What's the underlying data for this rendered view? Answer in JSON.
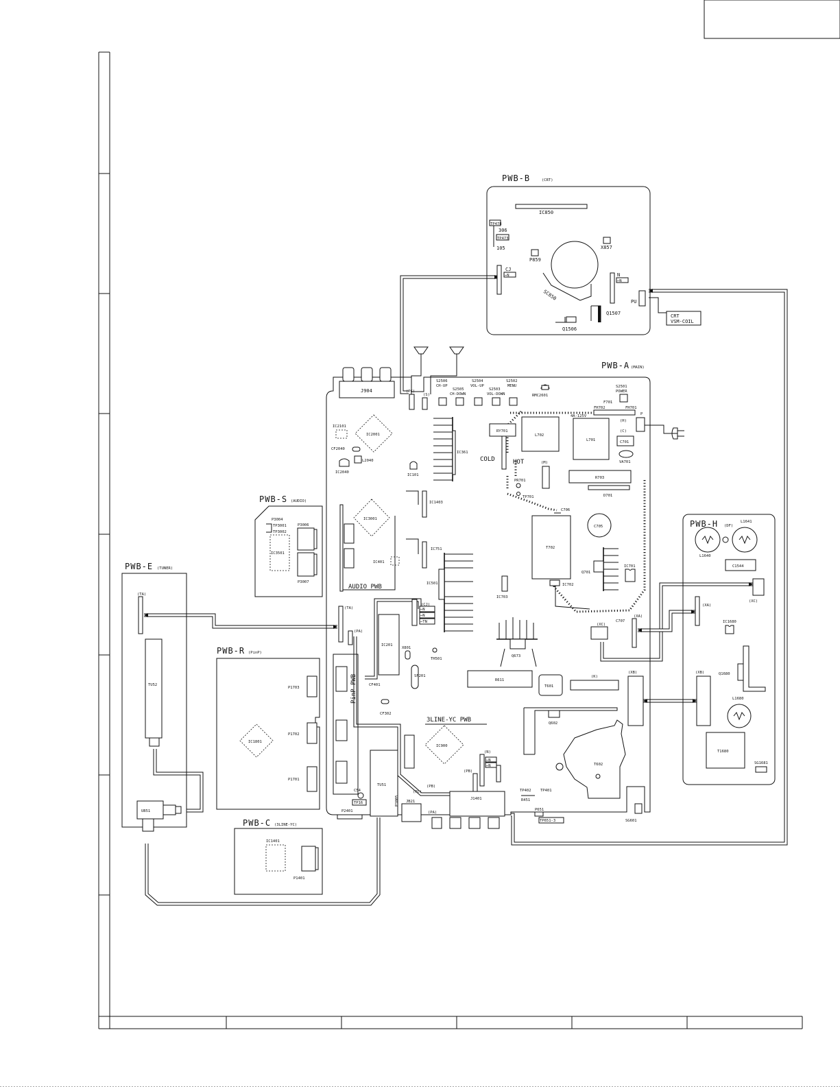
{
  "boards": {
    "b": {
      "name": "PWB-B",
      "sub": "(CRT)"
    },
    "a": {
      "name": "PWB-A",
      "sub": "(MAIN)"
    },
    "s": {
      "name": "PWB-S",
      "sub": "(AUDIO)"
    },
    "e": {
      "name": "PWB-E",
      "sub": "(TUNER)"
    },
    "r": {
      "name": "PWB-R",
      "sub": "(PinP)"
    },
    "c": {
      "name": "PWB-C",
      "sub": "(3LINE-YC)"
    },
    "h": {
      "name": "PWB-H",
      "sub": "(DF)"
    }
  },
  "sub_pwb": {
    "audio": "AUDIO PWB",
    "pinp": "PinP PWB",
    "yc": "3LINE-YC PWB"
  },
  "pwb_b_labels": {
    "ic850": "IC850",
    "tp478": "TP478",
    "n306": "306",
    "tp473": "TP473",
    "n105": "105",
    "p859": "P859",
    "x857": "X857",
    "cj": "CJ",
    "cj_arrow": "⇐N",
    "sc850": "SC850",
    "n": "N",
    "n_arrow": "⇐N",
    "pu": "PU",
    "q1507": "Q1507",
    "q1506": "Q1506",
    "crt": "CRT",
    "vsm": "VSM-COIL"
  },
  "pwb_a_labels": {
    "j904": "J904",
    "pc": "(PC)",
    "s": "(S)",
    "s2506": "S2506",
    "s2506_f": "CH-UP",
    "s2505": "S2505",
    "s2505_f": "CH-DOWN",
    "s2504": "S2504",
    "s2504_f": "VOL-UP",
    "s2503": "S2503",
    "s2503_f": "VOL-DOWN",
    "s2502": "S2502",
    "s2502_f": "MENU",
    "rmc": "RMC2601",
    "s2501": "S2501",
    "s2501_f": "POWER",
    "f701": "F701",
    "fh702": "FH702",
    "fh701": "FH701",
    "fuse": "4A-125V",
    "p": "P",
    "h": "(H)",
    "c": "(C)",
    "ic2101": "IC2101",
    "ic2001": "IC2001",
    "cf2040": "CF2040",
    "l2040": "L2040",
    "ic2040": "IC2040",
    "ic361": "IC361",
    "ic101": "IC101",
    "ry701": "RY701",
    "l702": "L702",
    "l701": "L701",
    "c701": "C701",
    "va701": "VA701",
    "cold": "COLD",
    "hot": "HOT",
    "m": "(M)",
    "pr701": "PR701",
    "tp701": "TP701",
    "r703": "R703",
    "d701": "D701",
    "ic1403": "IC1403",
    "ic3001": "IC3001",
    "c706": "C706",
    "c705": "C705",
    "ic751": "IC751",
    "ic401": "IC401",
    "t702": "T702",
    "q701": "Q701",
    "ic701": "IC701",
    "ic501": "IC501",
    "ic703": "IC703",
    "ic702": "IC702",
    "ta": "(TA)",
    "pa": "(PA)",
    "cj": "(CJ)",
    "arr1": "⇐N",
    "arr2": "⇐N",
    "arr3": "⇐TN",
    "c707": "C707",
    "xa": "(XA)",
    "xc": "(XC)",
    "ic201": "IC201",
    "x801": "X801",
    "th501": "TH501",
    "q673": "Q673",
    "sf201": "SF201",
    "cf401": "CF401",
    "r611": "R611",
    "t601": "T601",
    "k": "(K)",
    "xb": "(XB)",
    "cf302": "CF302",
    "ic900": "IC900",
    "q602": "Q602",
    "t602": "T602",
    "n": "(N)",
    "pb": "(PB)",
    "pbb": "(PB)",
    "tu51": "TU51",
    "c54": "C54",
    "tp16": "TP16",
    "p3005": "P3005",
    "pc2": "(PC)",
    "pa2": "(PA)",
    "j1401": "J1401",
    "tp402": "TP402",
    "tp401": "TP401",
    "r451": "R451",
    "p651": "P651",
    "tp651": "TP651-3",
    "sg601": "SG601",
    "p2401": "P2401",
    "jb21": "JB21",
    "n_arr1": "⇐N",
    "n_arr2": "⇐N"
  },
  "pwb_s_labels": {
    "p3004": "P3004",
    "tp3001": "TP3001",
    "tp3002": "TP3002",
    "p3006": "P3006",
    "ic3501": "IC3501",
    "p3007": "P3007"
  },
  "pwb_e_labels": {
    "ta": "(TA)",
    "tu52": "TU52",
    "ub51": "UB51"
  },
  "pwb_r_labels": {
    "p1703": "P1703",
    "p1702": "P1702",
    "p1701": "P1701",
    "ic1801": "IC1801"
  },
  "pwb_c_labels": {
    "ic1401": "IC1401",
    "p1401": "P1401"
  },
  "pwb_h_labels": {
    "l1641": "L1641",
    "l1640": "L1640",
    "c1544": "C1544",
    "xc": "(XC)",
    "xa": "(XA)",
    "ic1680": "IC1680",
    "q1680": "Q1680",
    "l1680": "L1680",
    "xb": "(XB)",
    "t1680": "T1680",
    "sg1681": "SG1681"
  },
  "colors": {
    "ink": "#111111",
    "paper": "#ffffff"
  }
}
